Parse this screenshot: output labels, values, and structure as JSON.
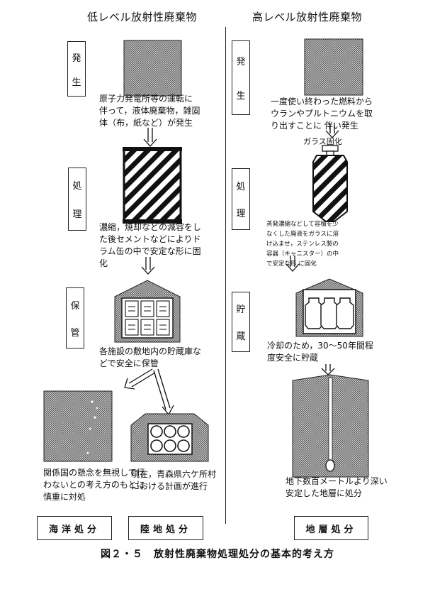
{
  "titles": {
    "low": "低レベル放射性廃棄物",
    "high": "高レベル放射性廃棄物"
  },
  "stages": {
    "low_generation": [
      "発",
      "生"
    ],
    "low_treatment": [
      "処",
      "理"
    ],
    "low_storage": [
      "保",
      "管"
    ],
    "high_generation": [
      "発",
      "生"
    ],
    "high_treatment": [
      "処",
      "理"
    ],
    "high_storage": [
      "貯",
      "蔵"
    ]
  },
  "descriptions": {
    "low_generation": [
      "原子力発電所等の運転に",
      "伴って，液体廃棄物，雑固",
      "体（布，紙など）が発生"
    ],
    "low_treatment": [
      "濃縮，焼却などの減容をし",
      "た後セメントなどによりド",
      "ラム缶の中で安定な形に固",
      "化"
    ],
    "low_storage": [
      "各施設の敷地内の貯蔵庫な",
      "どで安全に保管"
    ],
    "ocean": [
      "関係国の懸念を無視して行",
      "わないとの考え方のもとに",
      "慎重に対処"
    ],
    "land": [
      "現在，青森県六ケ所村",
      "における計画が進行"
    ],
    "high_generation": [
      "一度使い終わった燃料から",
      "ウランやプルトニウムを取",
      "り出すことに 伴い発生"
    ],
    "glass_label": "ガラス固化",
    "high_treatment": [
      "蒸発濃縮などして容積を少",
      "なくした廃液をガラスに溶",
      "け込ませ，ステンレス製の",
      "容器（キャニスター）の中",
      "で安定な形 に固化"
    ],
    "high_storage": [
      "冷却のため，30～50年間程",
      "度安全に貯蔵"
    ],
    "geological": [
      "地下数百メートルより深い",
      "安定した地層に処分"
    ]
  },
  "disposal": {
    "ocean": "海洋処分",
    "land": "陸地処分",
    "geological": "地層処分"
  },
  "caption": "図２・５　放射性廃棄物処理処分の基本的考え方"
}
